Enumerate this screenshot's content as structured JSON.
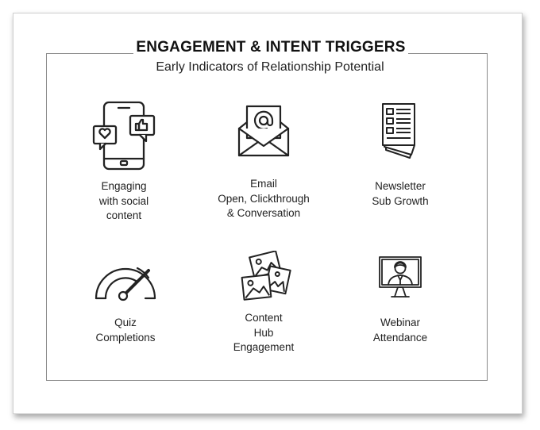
{
  "header": {
    "title": "ENGAGEMENT & INTENT TRIGGERS",
    "subtitle": "Early Indicators of Relationship Potential"
  },
  "items": [
    {
      "label": "Engaging\nwith social\ncontent",
      "icon": "social-phone-icon"
    },
    {
      "label": "Email\nOpen, Clickthrough\n& Conversation",
      "icon": "email-envelope-icon"
    },
    {
      "label": "Newsletter\nSub Growth",
      "icon": "newsletter-icon"
    },
    {
      "label": "Quiz\nCompletions",
      "icon": "gauge-icon"
    },
    {
      "label": "Content\nHub\nEngagement",
      "icon": "photos-icon"
    },
    {
      "label": "Webinar\nAttendance",
      "icon": "webinar-monitor-icon"
    }
  ],
  "colors": {
    "ink": "#222222",
    "frame": "#8a8a8a"
  }
}
